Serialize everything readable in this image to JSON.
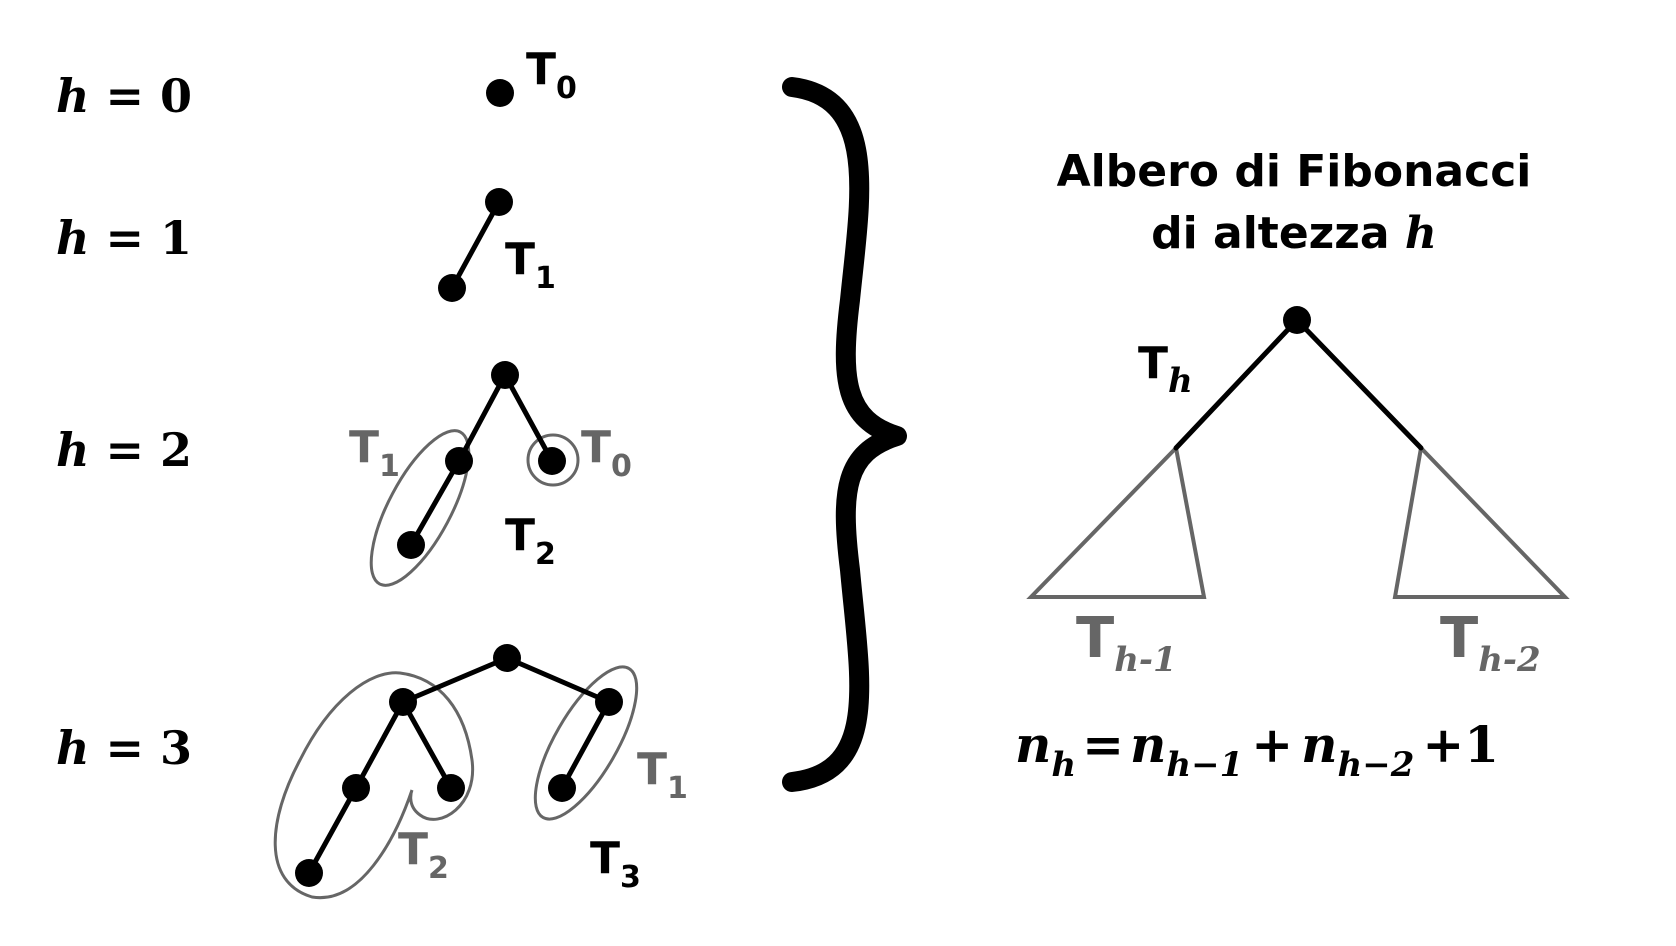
{
  "rows": [
    {
      "h_var": "h",
      "h_eq": " = ",
      "h_val": "0"
    },
    {
      "h_var": "h",
      "h_eq": " = ",
      "h_val": "1"
    },
    {
      "h_var": "h",
      "h_eq": " = ",
      "h_val": "2"
    },
    {
      "h_var": "h",
      "h_eq": " = ",
      "h_val": "3"
    }
  ],
  "tree_labels": {
    "t0_main": {
      "base": "T",
      "sub": "0"
    },
    "t1_main": {
      "base": "T",
      "sub": "1"
    },
    "t2_left": {
      "base": "T",
      "sub": "1"
    },
    "t2_right": {
      "base": "T",
      "sub": "0"
    },
    "t2_main": {
      "base": "T",
      "sub": "2"
    },
    "t3_left": {
      "base": "T",
      "sub": "2"
    },
    "t3_right": {
      "base": "T",
      "sub": "1"
    },
    "t3_main": {
      "base": "T",
      "sub": "3"
    }
  },
  "general": {
    "title_line1": "Albero di Fibonacci",
    "title_line2": "di altezza ",
    "title_var": "h",
    "th_base": "T",
    "th_sub": "h",
    "left_base": "T",
    "left_sub": "h-1",
    "right_base": "T",
    "right_sub": "h-2"
  },
  "formula": {
    "n1": "n",
    "s1": "h",
    "eq": "=",
    "n2": "n",
    "s2": "h−1",
    "plus1": "+",
    "n3": "n",
    "s3": "h−2",
    "plus2": "+",
    "one": "1"
  },
  "colors": {
    "node": "#000000",
    "outline": "#666666"
  }
}
